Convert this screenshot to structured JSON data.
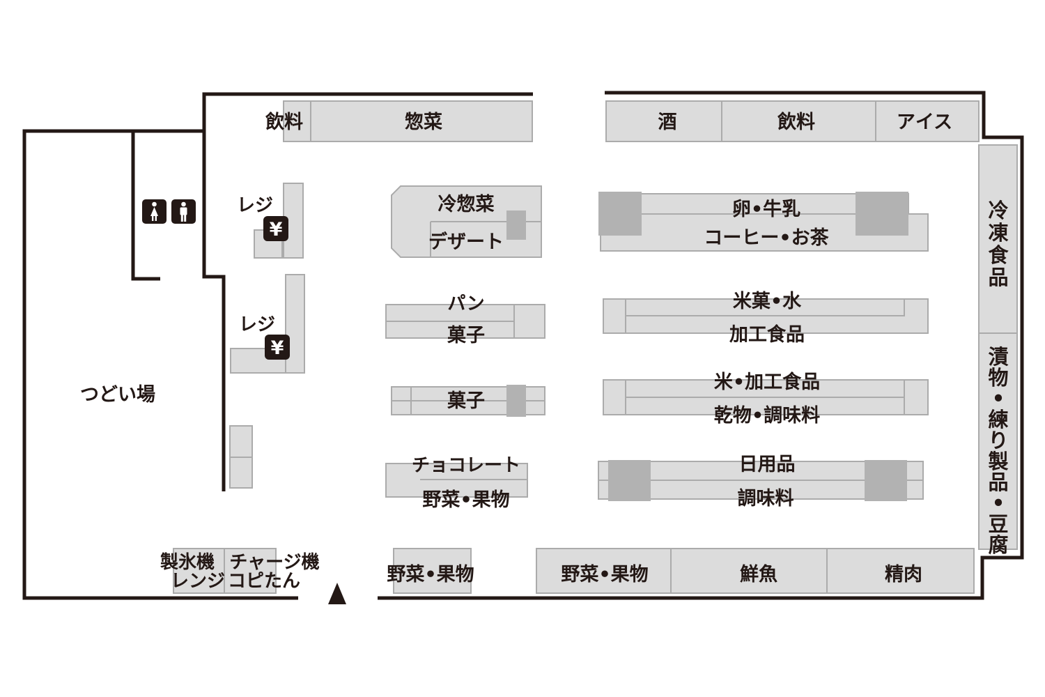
{
  "labels": {
    "drinks_left": "飲料",
    "deli": "惣菜",
    "sake": "酒",
    "drinks_right": "飲料",
    "ice": "アイス",
    "register_1": "レジ",
    "register_2": "レジ",
    "chilled_deli": "冷惣菜",
    "dessert": "デザート",
    "egg_milk": "卵•牛乳",
    "coffee_tea": "コーヒー•お茶",
    "frozen_food": "冷凍食品",
    "pickles_tofu": "漬物•練り製品•豆腐",
    "bread": "パン",
    "snacks_1": "菓子",
    "rice_crackers_water": "米菓•水",
    "processed_food_1": "加工食品",
    "snacks_2": "菓子",
    "rice_processed": "米•加工食品",
    "dried_seasoning": "乾物•調味料",
    "gathering_area": "つどい場",
    "chocolate": "チョコレート",
    "veg_fruit_aisle": "野菜•果物",
    "daily_goods": "日用品",
    "seasoning": "調味料",
    "ice_machine": "製氷機",
    "microwave": "レンジ",
    "charger": "チャージ機",
    "copy_machine": "コピたん",
    "veg_fruit_bottom_1": "野菜•果物",
    "veg_fruit_bottom_2": "野菜•果物",
    "fresh_fish": "鮮魚",
    "meat": "精肉"
  },
  "icons": {
    "restroom_women": "female-restroom-icon",
    "restroom_men": "male-restroom-icon",
    "register_symbol": "yen-icon",
    "register_glyph": "¥",
    "entrance": "entrance-arrow-icon"
  },
  "colors": {
    "wall": "#231815",
    "shelf": "#dcdcdc",
    "shelf_border": "#ababab",
    "endcap": "#b2b2b2"
  }
}
